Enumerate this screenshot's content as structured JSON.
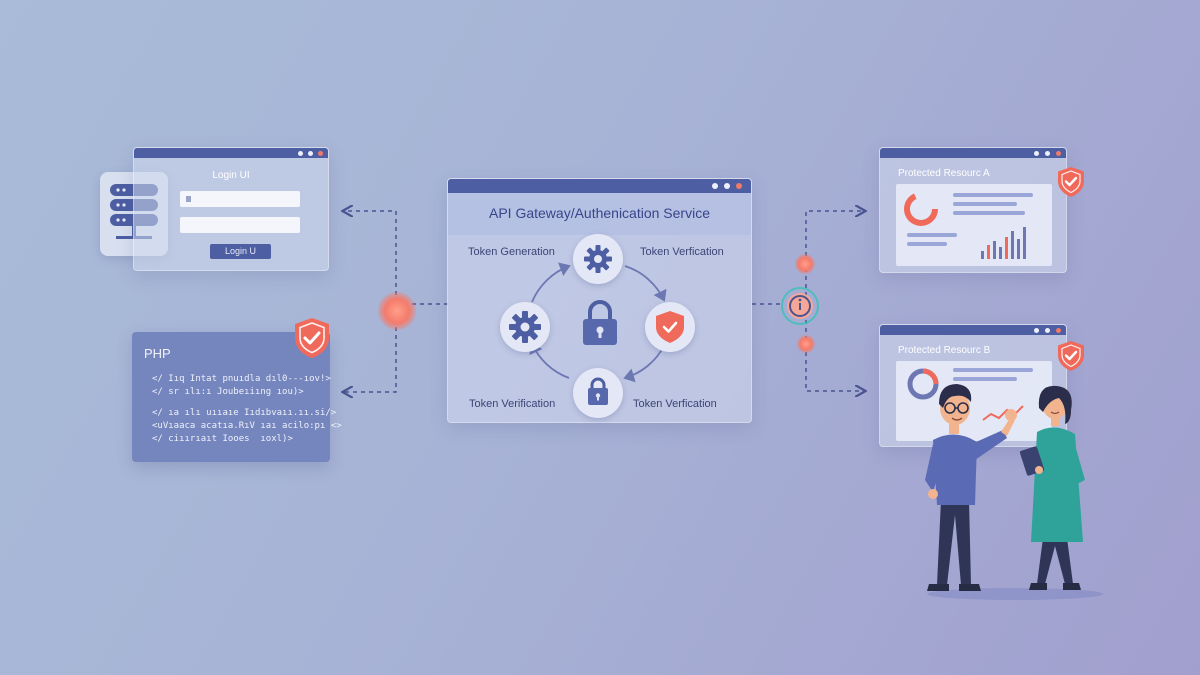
{
  "login_panel": {
    "title": "Login UI",
    "button_label": "Login U"
  },
  "php_panel": {
    "title": "PHP",
    "code_lines": [
      "</ Iıq Intat pnuıdla dıl0---ıov!>",
      "</ sr ılı:ı Joubeıiıng ıou)>",
      "</ ıa ılı uııaıe Iıdıbvaıı.ıı.si/>",
      "<uVıaaca acatıa.RıV ıaı acilo:pı <>",
      "</ ciıırıaıt Iooes  ıoxl)>"
    ]
  },
  "gateway": {
    "title": "API Gateway/Authenication Service",
    "label_top_left": "Token Generation",
    "label_top_right": "Token Verfication",
    "label_bottom_left": "Token Verification",
    "label_bottom_right": "Token Verfication"
  },
  "resource_a": {
    "title": "Protected Resourc A"
  },
  "resource_b": {
    "title": "Protected Resourc B"
  },
  "colors": {
    "accent": "#4d5ea3",
    "shield": "#f06a5c",
    "panel_dark": "#6f7fb8",
    "teal": "#2fa39a"
  }
}
